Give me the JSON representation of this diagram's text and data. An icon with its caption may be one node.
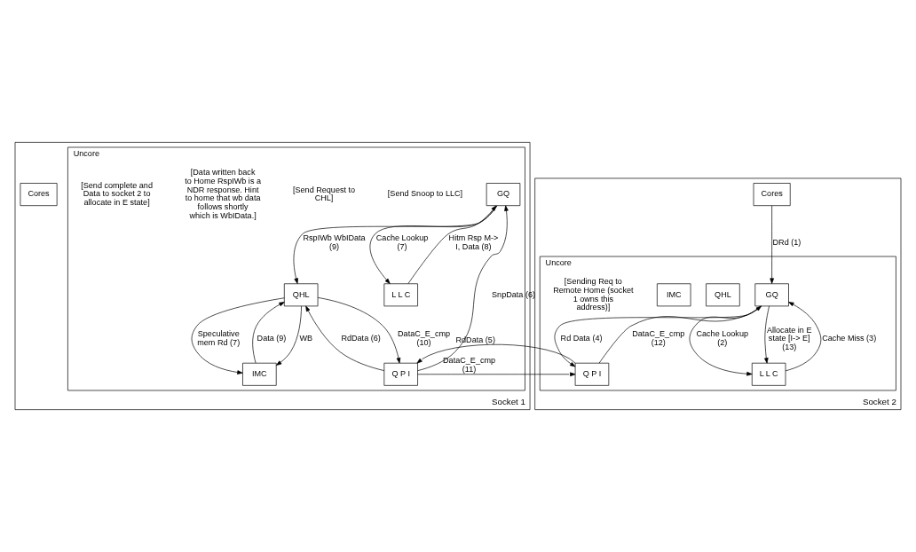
{
  "diagram": {
    "nodes": [
      {
        "text": [
          "Socket 1"
        ]
      },
      {
        "text": [
          "Cores"
        ],
        "in": 0
      },
      {
        "text": [
          "Uncore"
        ],
        "in": 0
      },
      {
        "text": [
          "GQ"
        ],
        "in": 2
      },
      {
        "text": [
          "L L C"
        ],
        "in": 2
      },
      {
        "text": [
          "Q P I"
        ],
        "in": 2
      },
      {
        "text": [
          "IMC"
        ],
        "in": 2
      },
      {
        "text": [
          "QHL"
        ],
        "in": 2
      },
      {
        "text": [
          "Socket 2"
        ]
      },
      {
        "text": [
          "Cores"
        ],
        "in": 8
      },
      {
        "text": [
          "Uncore"
        ],
        "in": 8
      },
      {
        "text": [
          "GQ"
        ],
        "in": 10
      },
      {
        "text": [
          "Q P I"
        ],
        "in": 10
      },
      {
        "text": [
          "L L C"
        ],
        "in": 10
      },
      {
        "text": [
          "QHL"
        ],
        "in": 10
      },
      {
        "text": [
          "IMC"
        ],
        "in": 10
      }
    ],
    "edges": [
      {
        "from": 3,
        "to": 4,
        "arrow": "to",
        "label": "Cache Lookup (7)"
      },
      {
        "from": 4,
        "to": 3,
        "arrow": "to",
        "label": "Hitm Rsp M-> I, Data (8)"
      },
      {
        "from": 5,
        "to": 3,
        "arrow": "to",
        "label": "SnpData (6)"
      },
      {
        "from": 3,
        "to": 7,
        "arrow": "to",
        "label": "RspIWb WbIData (9)"
      },
      {
        "from": 5,
        "to": 7,
        "arrow": "to",
        "label": "RdData (6)"
      },
      {
        "from": 7,
        "to": 5,
        "arrow": "to",
        "label": "DataC_E_cmp (10)"
      },
      {
        "from": 7,
        "to": 6,
        "arrow": "to",
        "label": "WB"
      },
      {
        "from": 7,
        "to": 6,
        "arrow": "to",
        "label": "Speculative mem Rd (7)"
      },
      {
        "from": 6,
        "to": 7,
        "arrow": "to",
        "label": "Data (9)"
      },
      {
        "from": 12,
        "to": 5,
        "arrow": "to",
        "label": "RdData (5)"
      },
      {
        "from": 5,
        "to": 12,
        "arrow": "to",
        "label": "DataC_E_cmp (11)"
      },
      {
        "from": 9,
        "to": 11,
        "arrow": "to",
        "label": "DRd (1)"
      },
      {
        "from": 11,
        "to": 12,
        "arrow": "to",
        "label": "Rd Data (4)"
      },
      {
        "from": 12,
        "to": 11,
        "arrow": "to",
        "label": "DataC_E_cmp (12)"
      },
      {
        "from": 11,
        "to": 13,
        "arrow": "to",
        "label": "Cache Lookup (2)"
      },
      {
        "from": 13,
        "to": 11,
        "arrow": "to",
        "label": "Cache Miss (3)"
      },
      {
        "from": 11,
        "to": 13,
        "arrow": "to",
        "label": "Allocate in E state [I-> E] (13)"
      }
    ],
    "labels": [
      "[Send Snoop to LLC]",
      "[Send Request to CHL]",
      "[Data written back to Home RspIWb is a NDR response. Hint to home that wb data follows shortly which is WbIData.]",
      "[Send complete and Data to socket 2 to allocate in E state]",
      "[Sending Req to Remote Home (socket 1 owns this address)]"
    ]
  }
}
